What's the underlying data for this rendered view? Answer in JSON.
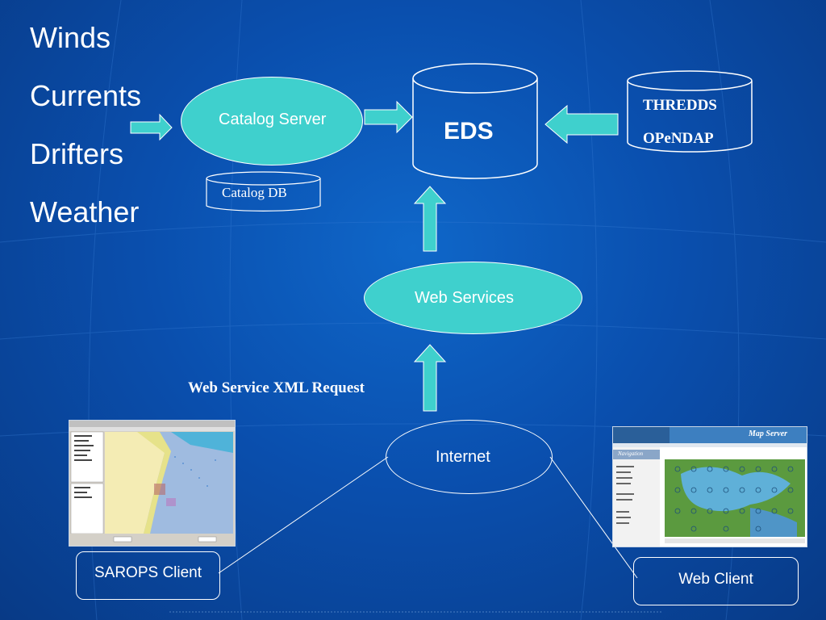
{
  "diagram": {
    "data_types": [
      "Winds",
      "Currents",
      "Drifters",
      "Weather"
    ],
    "nodes": {
      "catalog_server": "Catalog Server",
      "catalog_db": "Catalog DB",
      "eds": "EDS",
      "thredds": "THREDDS",
      "opendap": "OPeNDAP",
      "web_services": "Web Services",
      "internet": "Internet",
      "sarops_client": "SAROPS Client",
      "web_client": "Web Client"
    },
    "request_label": "Web Service XML Request",
    "map_server_title": "Map Server",
    "navigation_label": "Navigation"
  },
  "colors": {
    "background": "#0a4fae",
    "node_fill": "#3fd0cd",
    "arrow_fill": "#3fd0cd",
    "line": "#ffffff"
  }
}
